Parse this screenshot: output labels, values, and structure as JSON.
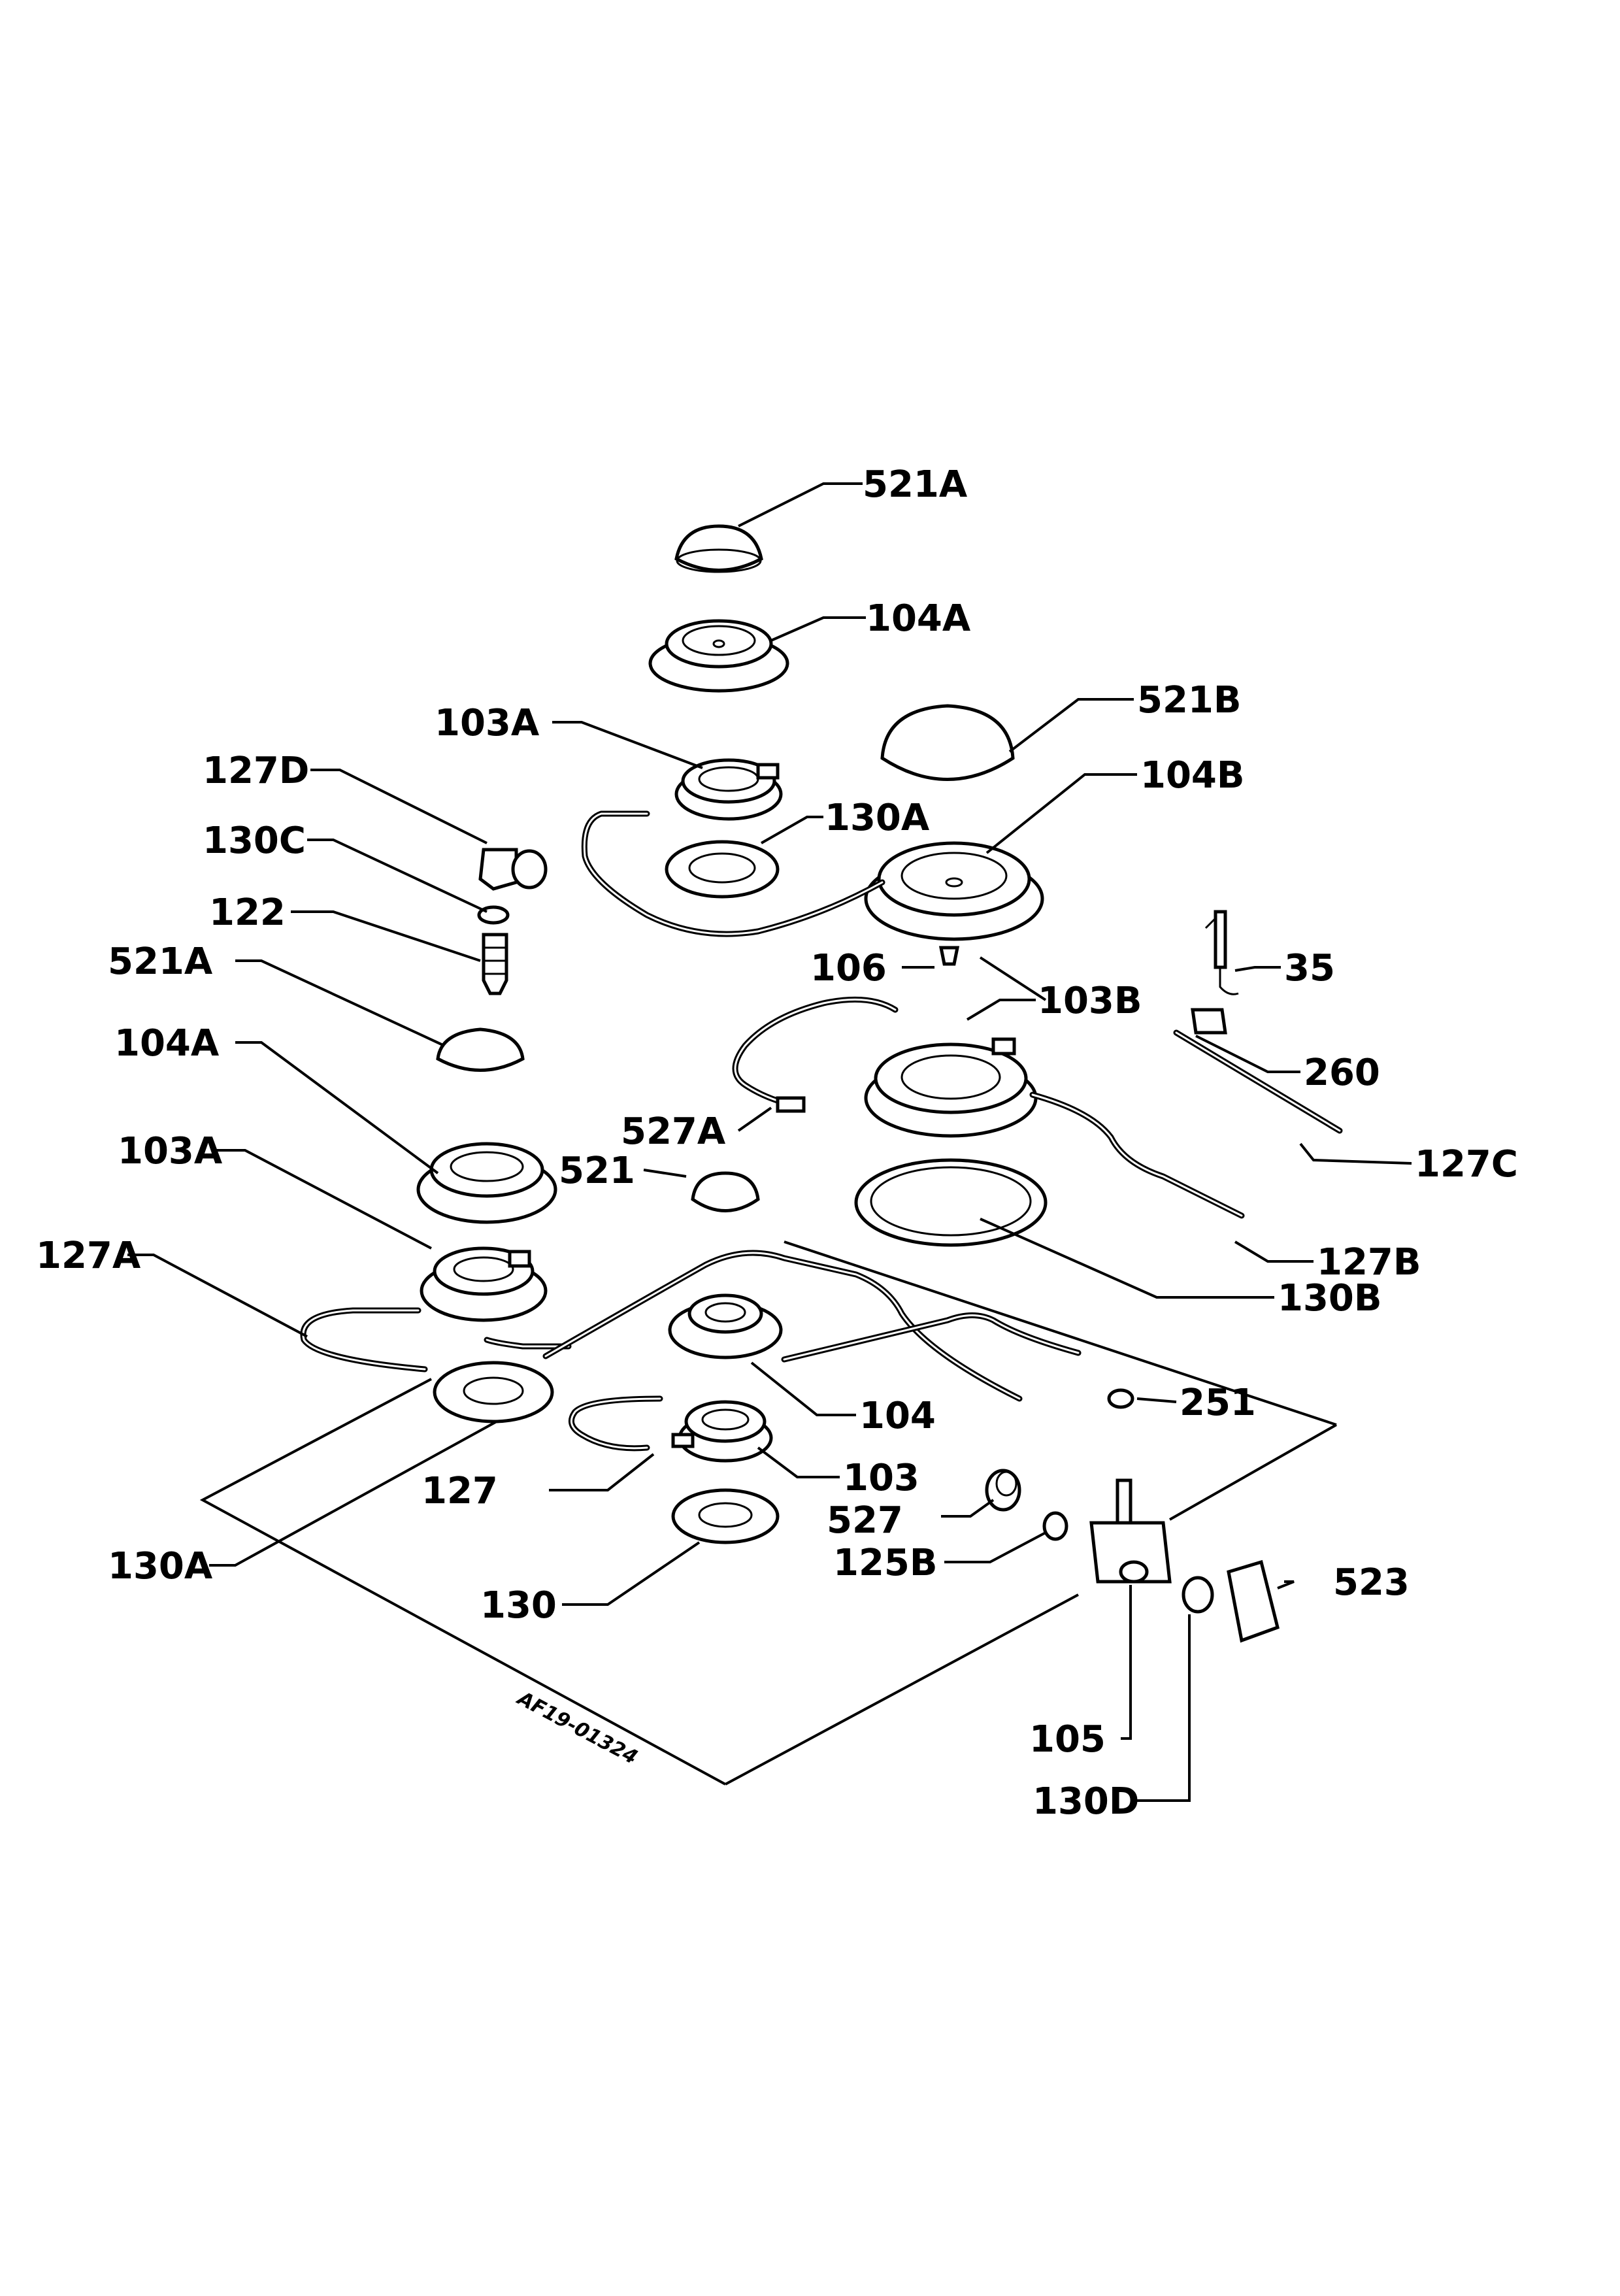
{
  "diagram": {
    "labels": {
      "l_521A_top": "521A",
      "l_104A_top": "104A",
      "l_103A_top": "103A",
      "l_521B": "521B",
      "l_104B": "104B",
      "l_127D": "127D",
      "l_130A_top": "130A",
      "l_130C": "130C",
      "l_122": "122",
      "l_106": "106",
      "l_35": "35",
      "l_521A_left": "521A",
      "l_103B": "103B",
      "l_104A_left": "104A",
      "l_260": "260",
      "l_527A": "527A",
      "l_127C": "127C",
      "l_103A_left": "103A",
      "l_521": "521",
      "l_127A": "127A",
      "l_127B": "127B",
      "l_130B": "130B",
      "l_251": "251",
      "l_104": "104",
      "l_103": "103",
      "l_127": "127",
      "l_527": "527",
      "l_523": "523",
      "l_125B": "125B",
      "l_130A_bottom": "130A",
      "l_130": "130",
      "l_105": "105",
      "l_130D": "130D"
    },
    "drawing_code": "AF19-01324"
  }
}
